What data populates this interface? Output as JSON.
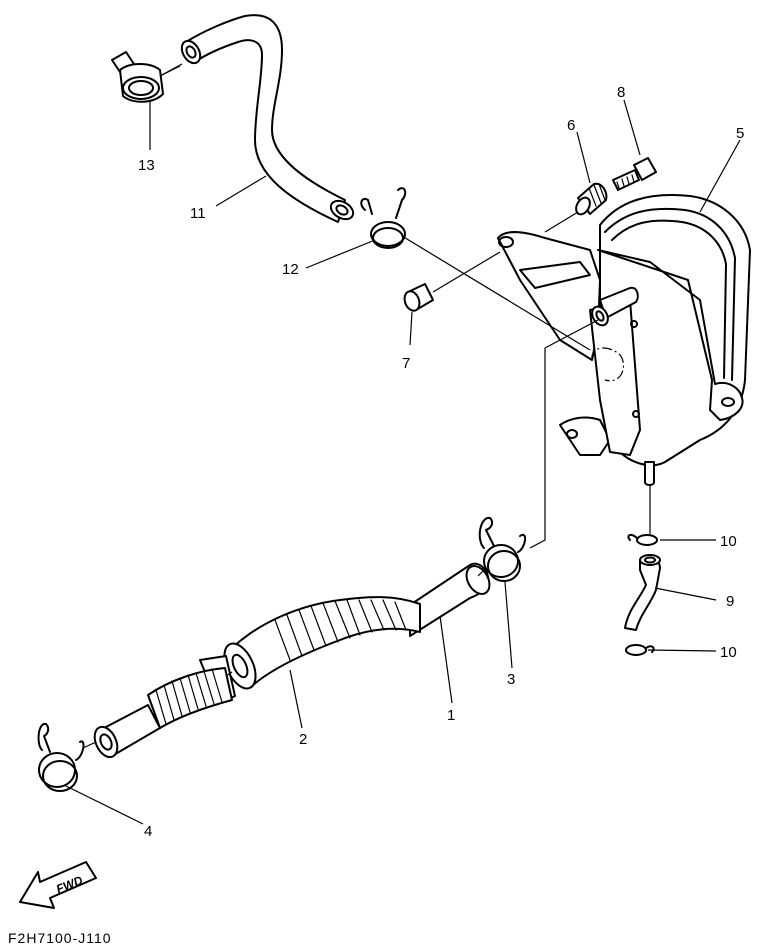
{
  "callouts": {
    "c1": "1",
    "c2": "2",
    "c3": "3",
    "c4": "4",
    "c5": "5",
    "c6": "6",
    "c7": "7",
    "c8": "8",
    "c9": "9",
    "c10a": "10",
    "c10b": "10",
    "c11": "11",
    "c12": "12",
    "c13": "13"
  },
  "direction_label": "FWD",
  "drawing_code": "F2H7100-J110",
  "icons": {
    "direction_arrow": "fwd-arrow-icon"
  }
}
